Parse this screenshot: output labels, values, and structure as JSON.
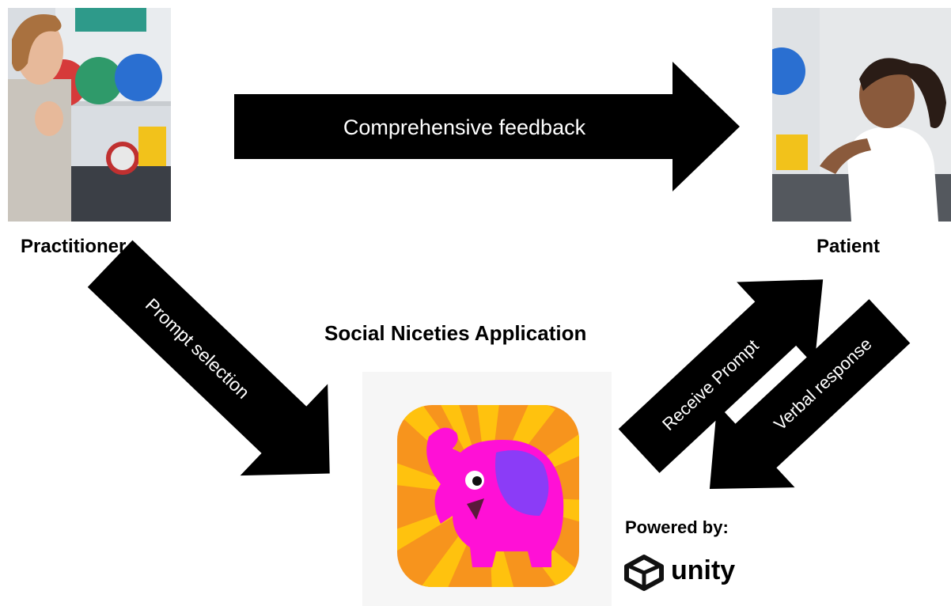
{
  "labels": {
    "practitioner": "Practitioner",
    "patient": "Patient",
    "app_title": "Social Niceties Application",
    "powered_by": "Powered by:",
    "unity": "unity"
  },
  "arrows": {
    "feedback": "Comprehensive feedback",
    "prompt_selection": "Prompt selection",
    "receive_prompt": "Receive Prompt",
    "verbal_response": "Verbal response"
  },
  "colors": {
    "arrow": "#000000",
    "arrow_text": "#ffffff",
    "icon_bg_orange": "#f7941d",
    "icon_ray_yellow": "#ffc20e",
    "elephant_pink": "#ff10d6",
    "elephant_ear": "#8b3cf7"
  },
  "images": {
    "practitioner_photo": "photo-of-smiling-woman-practitioner",
    "patient_photo": "photo-of-smiling-girl-patient",
    "app_icon": "pink-elephant-app-icon",
    "unity_logo": "unity-logo-icon"
  }
}
